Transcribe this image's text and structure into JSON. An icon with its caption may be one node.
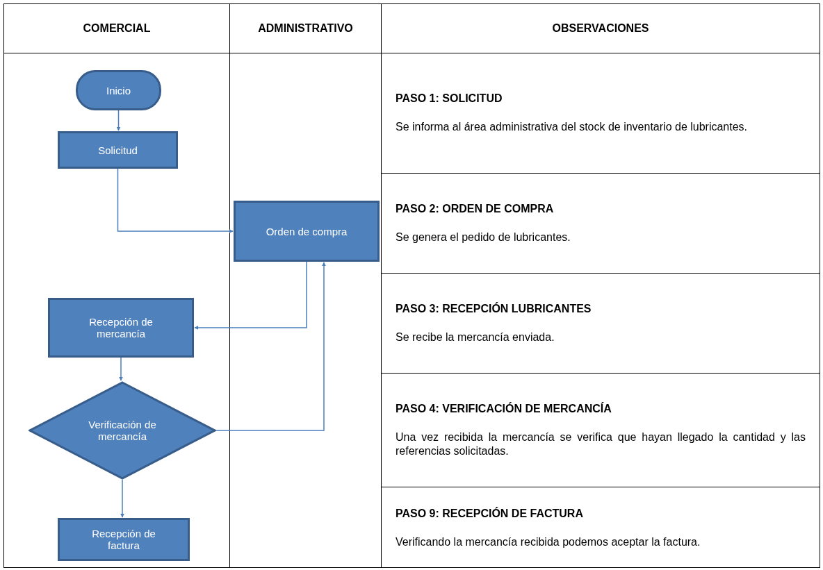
{
  "diagram": {
    "nodes": [
      {
        "text": [
          "COMERCIAL"
        ]
      },
      {
        "text": [
          "ADMINISTRATIVO"
        ]
      },
      {
        "text": [
          "OBSERVACIONES"
        ]
      },
      {
        "text": [
          "Inicio"
        ],
        "in": 0
      },
      {
        "text": [
          "Solicitud"
        ],
        "in": 0
      },
      {
        "text": [
          "Orden de compra"
        ],
        "in": 1
      },
      {
        "text": [
          "Recepción de mercancía"
        ],
        "in": 0
      },
      {
        "text": [
          "Verificación de mercancía"
        ],
        "in": 0
      },
      {
        "text": [
          "Recepción de factura"
        ],
        "in": 0
      },
      {
        "text": [
          "PASO 1: SOLICITUD",
          "Se informa al área administrativa del stock de inventario de lubricantes."
        ],
        "in": 2
      },
      {
        "text": [
          "PASO 2: ORDEN DE COMPRA",
          "Se genera el pedido de lubricantes."
        ],
        "in": 2
      },
      {
        "text": [
          "PASO 3: RECEPCIÓN LUBRICANTES",
          "Se recibe la mercancía enviada."
        ],
        "in": 2
      },
      {
        "text": [
          "PASO 4: VERIFICACIÓN DE MERCANCÍA",
          "Una vez recibida la mercancía se verifica que hayan llegado la cantidad y las referencias solicitadas."
        ],
        "in": 2
      },
      {
        "text": [
          "PASO 9: RECEPCIÓN DE FACTURA",
          "Verificando la mercancía recibida podemos aceptar la factura."
        ],
        "in": 2
      }
    ],
    "edges": [
      {
        "from": 3,
        "to": 4,
        "arrow": "to"
      },
      {
        "from": 4,
        "to": 5,
        "arrow": "to"
      },
      {
        "from": 5,
        "to": 6,
        "arrow": "to"
      },
      {
        "from": 6,
        "to": 7,
        "arrow": "to"
      },
      {
        "from": 7,
        "to": 5,
        "arrow": "to"
      },
      {
        "from": 7,
        "to": 8,
        "arrow": "to"
      }
    ]
  }
}
